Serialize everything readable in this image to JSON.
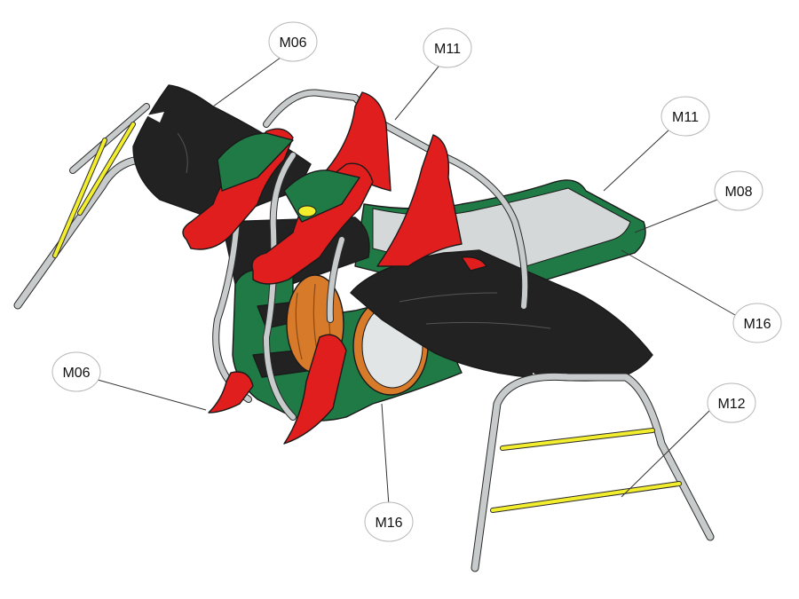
{
  "colors": {
    "red": "#e01e1e",
    "green": "#1f7a45",
    "black_deck": "#222222",
    "grey_metal": "#c7cbcb",
    "yellow_bar": "#f2ee2e",
    "orange_tunnel": "#d77a2a",
    "slide_surface": "#d5d8d8"
  },
  "callouts": [
    {
      "id": "c1",
      "label": "M06"
    },
    {
      "id": "c2",
      "label": "M11"
    },
    {
      "id": "c3",
      "label": "M11"
    },
    {
      "id": "c4",
      "label": "M08"
    },
    {
      "id": "c5",
      "label": "M16"
    },
    {
      "id": "c6",
      "label": "M06"
    },
    {
      "id": "c7",
      "label": "M12"
    },
    {
      "id": "c8",
      "label": "M16"
    }
  ]
}
